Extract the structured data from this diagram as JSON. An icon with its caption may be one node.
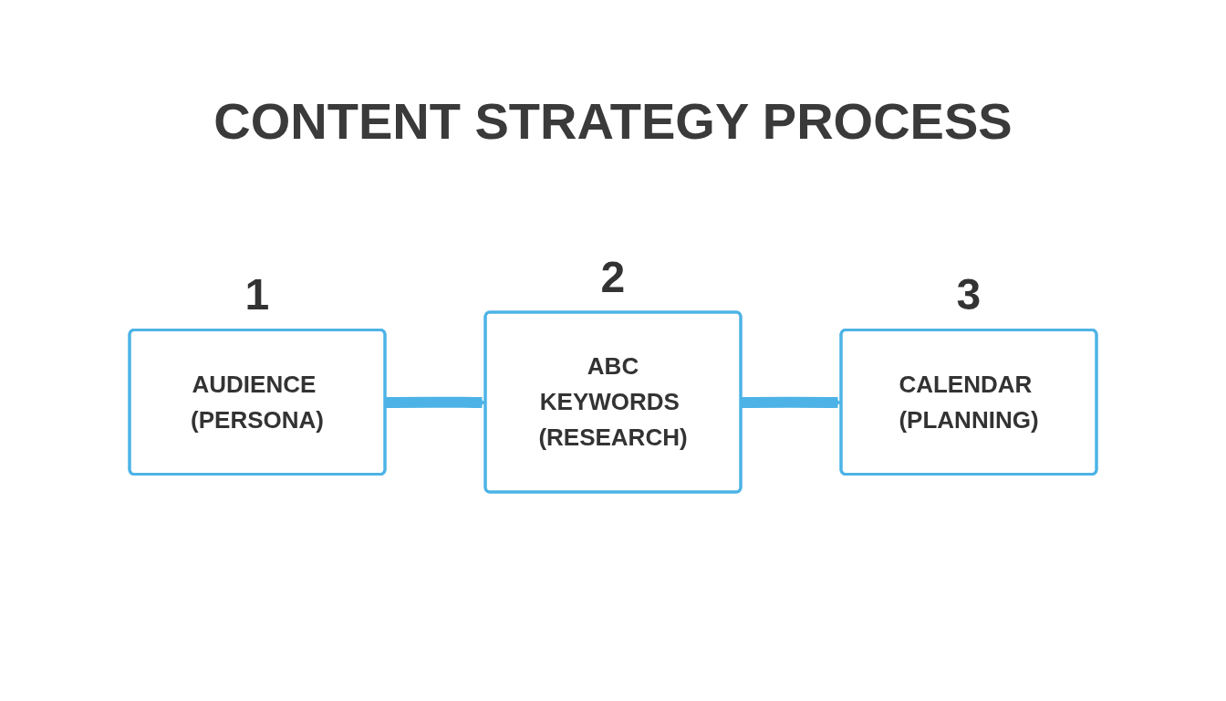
{
  "diagram": {
    "title": "CONTENT STRATEGY PROCESS",
    "nodes": [
      {
        "text": [
          "AUDIENCE (PERSONA)"
        ],
        "beside": [
          "1"
        ]
      },
      {
        "text": [
          "ABC",
          "KEYWORDS (RESEARCH)"
        ],
        "beside": [
          "2"
        ]
      },
      {
        "text": [
          "CALENDAR (PLANNING)"
        ],
        "beside": [
          "3"
        ]
      }
    ],
    "edges": [
      {
        "from": 0,
        "to": 1,
        "arrow": "to"
      },
      {
        "from": 1,
        "to": 2,
        "arrow": "to"
      }
    ]
  }
}
